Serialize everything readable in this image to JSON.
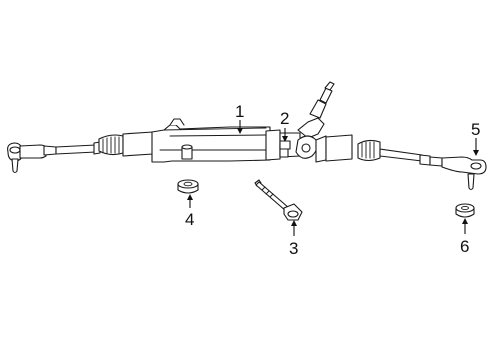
{
  "diagram": {
    "callouts": [
      {
        "id": "1",
        "label": "1",
        "part": "steering-gear"
      },
      {
        "id": "2",
        "label": "2",
        "part": "gear-mount-bolt"
      },
      {
        "id": "3",
        "label": "3",
        "part": "long-bolt"
      },
      {
        "id": "4",
        "label": "4",
        "part": "nut-left"
      },
      {
        "id": "5",
        "label": "5",
        "part": "tie-rod-end-right"
      },
      {
        "id": "6",
        "label": "6",
        "part": "nut-right"
      }
    ],
    "colors": {
      "line": "#1a1a1a",
      "background": "#ffffff"
    }
  }
}
